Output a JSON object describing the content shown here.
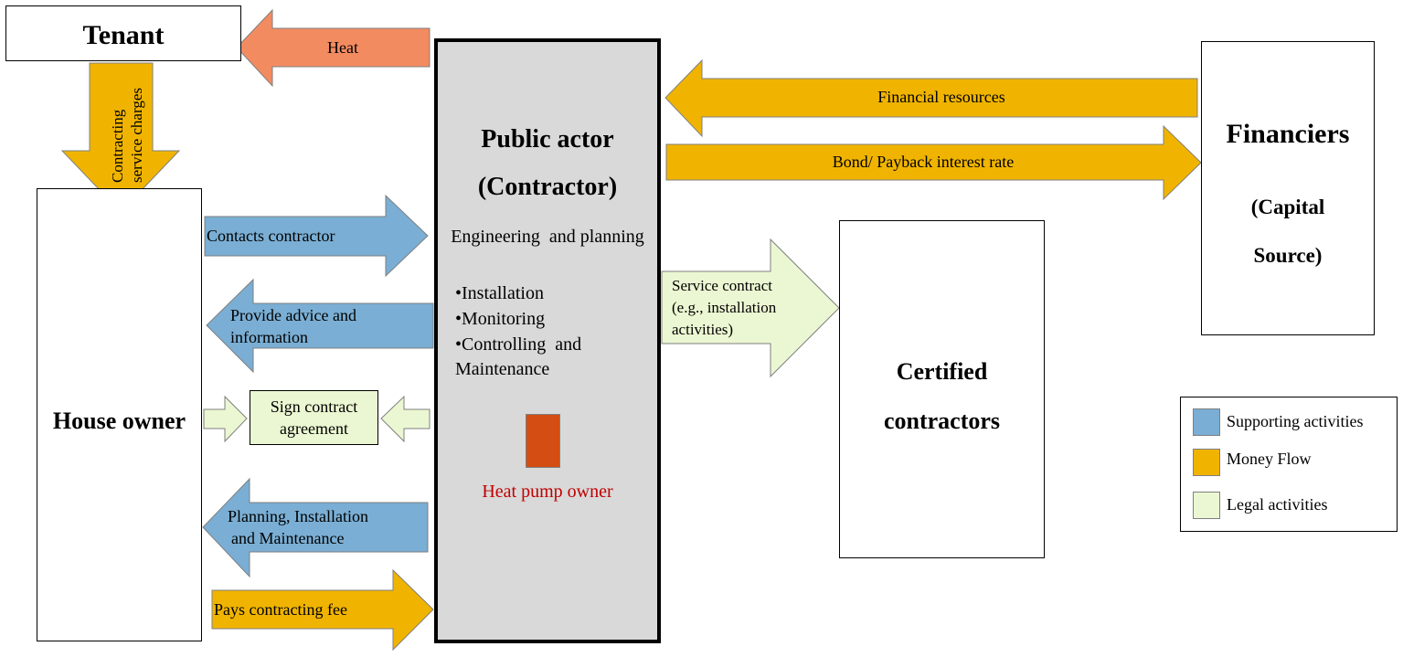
{
  "colors": {
    "supporting": "#7aaed4",
    "money": "#f0b400",
    "legal": "#ebf7d2",
    "heat": "#f38b61",
    "heat_pump": "#d44d12",
    "heat_pump_label": "#c00000",
    "public_actor_fill": "#d9d9d9"
  },
  "nodes": {
    "tenant": "Tenant",
    "house_owner": "House owner",
    "public_actor_line1": "Public actor",
    "public_actor_line2": "(Contractor)",
    "engineering": "Engineering  and planning",
    "bullet_installation": "•Installation",
    "bullet_monitoring": "•Monitoring",
    "bullet_controlling": "•Controlling  and",
    "bullet_maintenance": "Maintenance",
    "heat_pump_owner": "Heat pump owner",
    "sign_contract_line1": "Sign contract",
    "sign_contract_line2": "agreement",
    "certified_line1": "Certified",
    "certified_line2": "contractors",
    "financiers_line1": "Financiers",
    "financiers_line2": "(Capital",
    "financiers_line3": "Source)"
  },
  "arrows": {
    "heat": "Heat",
    "contracting_line1": "Contracting",
    "contracting_line2": "service charges",
    "contacts": "Contacts contractor",
    "advice_line1": "Provide advice and",
    "advice_line2": "information",
    "planning_line1": "Planning, Installation",
    "planning_line2": "and Maintenance",
    "pays_fee": "Pays contracting fee",
    "financial_resources": "Financial resources",
    "bond": "Bond/ Payback interest rate",
    "service_line1": "Service contract",
    "service_line2": "(e.g., installation",
    "service_line3": "activities)"
  },
  "legend": [
    {
      "label": "Supporting activities",
      "color_key": "supporting"
    },
    {
      "label": "Money Flow",
      "color_key": "money"
    },
    {
      "label": "Legal activities",
      "color_key": "legal"
    }
  ]
}
